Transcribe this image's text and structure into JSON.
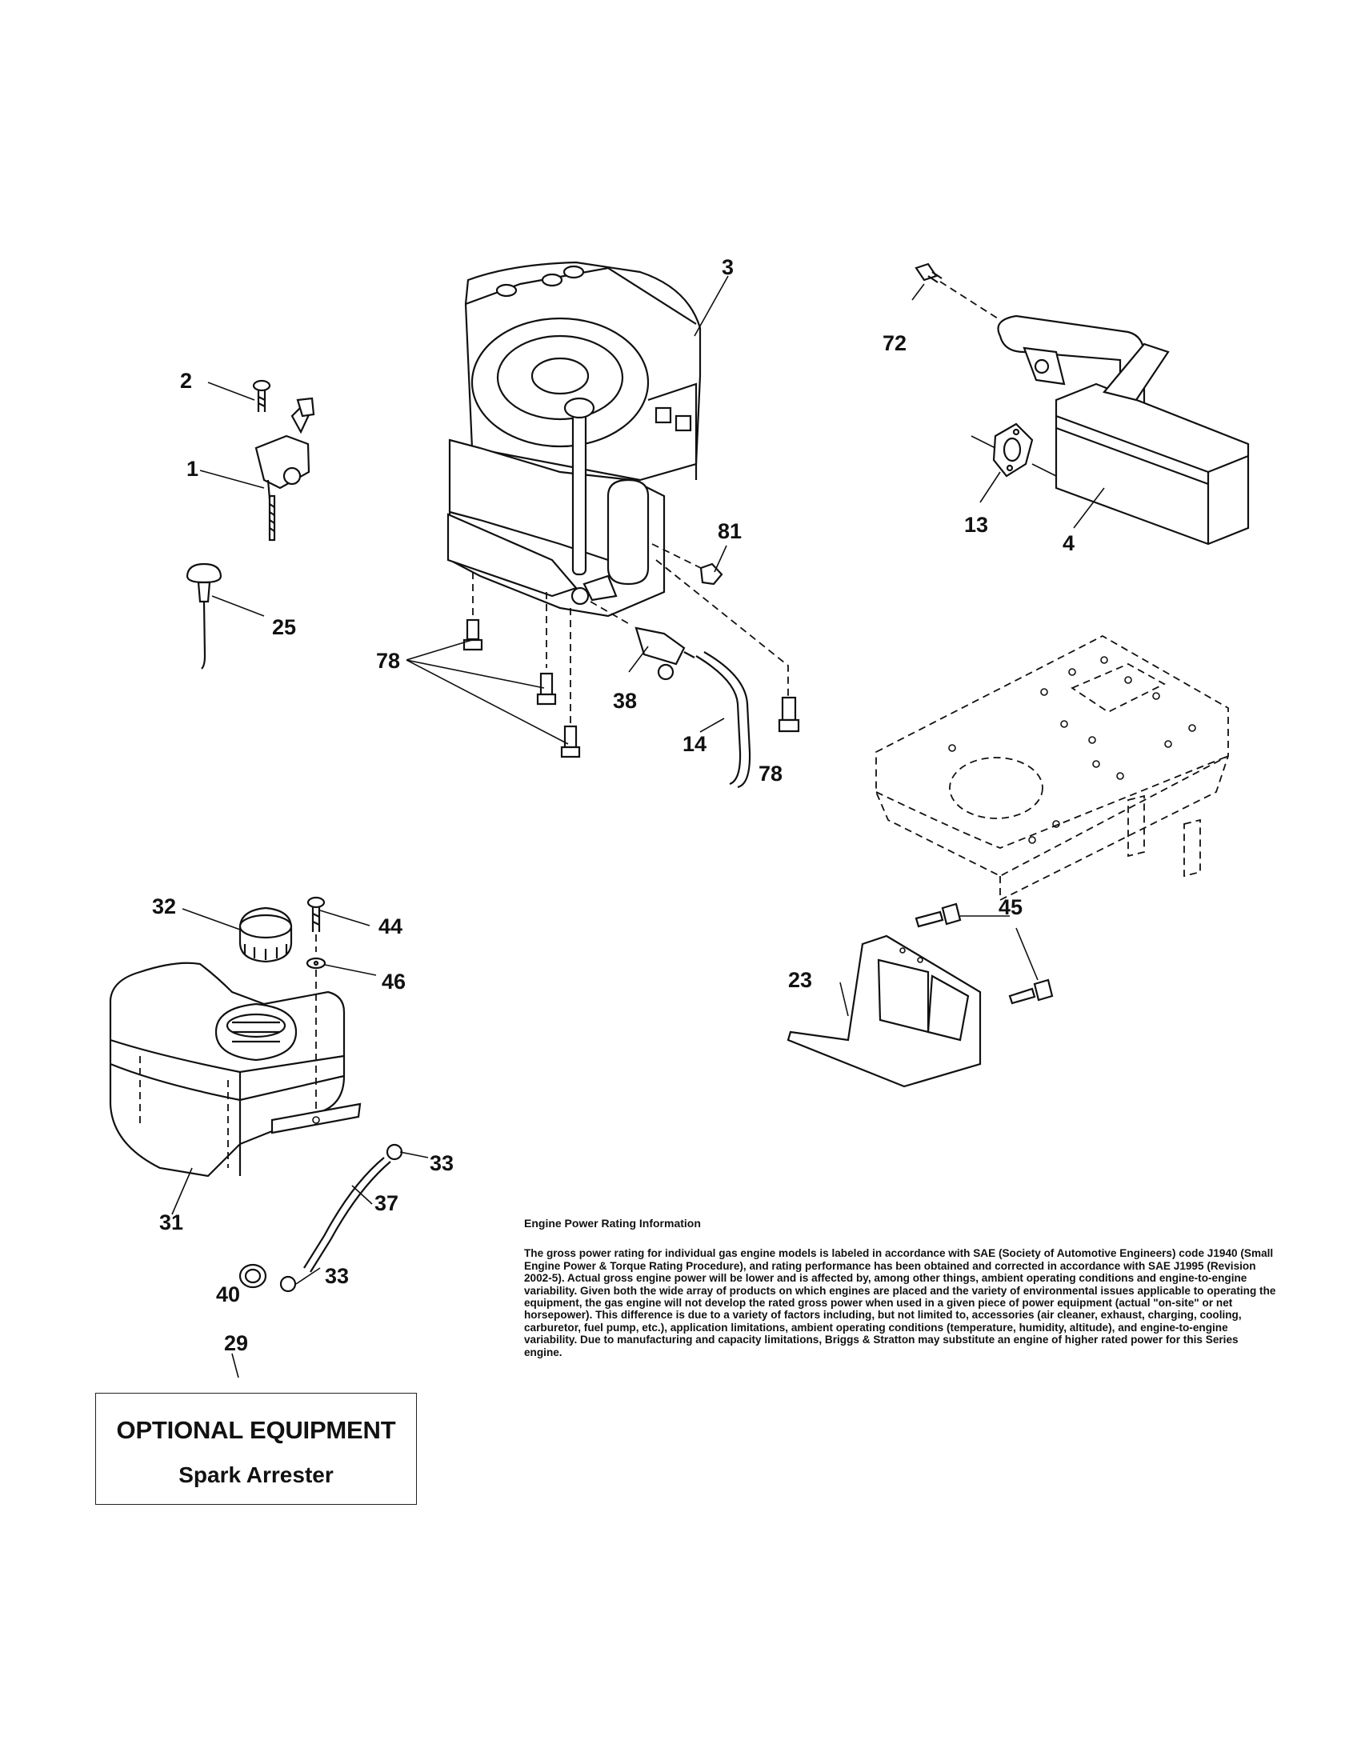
{
  "callouts": {
    "c3": "3",
    "c72": "72",
    "c2": "2",
    "c1": "1",
    "c13": "13",
    "c4": "4",
    "c81": "81",
    "c25": "25",
    "c78a": "78",
    "c38": "38",
    "c14": "14",
    "c78b": "78",
    "c32": "32",
    "c44": "44",
    "c46": "46",
    "c45": "45",
    "c23": "23",
    "c33a": "33",
    "c37": "37",
    "c31": "31",
    "c33b": "33",
    "c40": "40",
    "c29": "29"
  },
  "rating_info": {
    "title": "Engine Power Rating Information",
    "body": "The gross power rating for individual gas engine models is labeled in accordance with SAE (Society of Automotive Engineers) code J1940 (Small Engine Power & Torque Rating Procedure), and rating performance has been obtained and corrected in accordance with SAE J1995 (Revision 2002-5). Actual gross engine power will be lower and is affected by, among other things, ambient operating conditions and engine-to-engine variability. Given both the wide array of products on which engines are placed and the variety of environmental issues applicable to operating the equipment, the gas engine will not develop the rated gross power when used in a given piece of power equipment (actual \"on-site\" or net horsepower). This difference is due to a variety of factors including, but not limited to, accessories (air cleaner, exhaust, charging, cooling, carburetor, fuel pump, etc.), application limitations, ambient operating conditions (temperature, humidity, altitude), and engine-to-engine variability. Due to manufacturing and capacity limitations, Briggs & Stratton may substitute an engine of higher rated power for this Series engine."
  },
  "optional_equipment": {
    "title": "OPTIONAL EQUIPMENT",
    "subtitle": "Spark Arrester"
  }
}
